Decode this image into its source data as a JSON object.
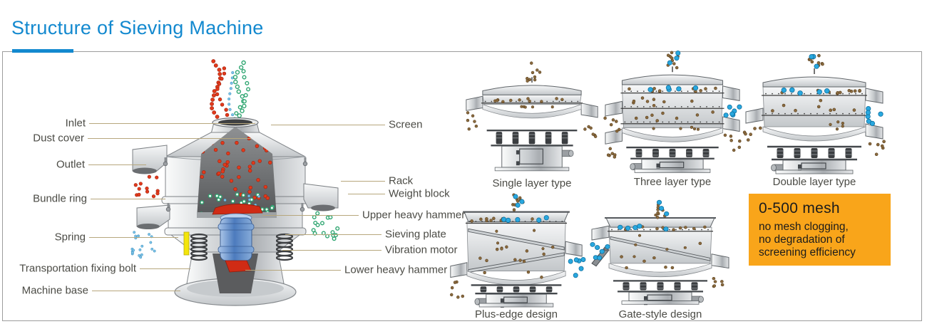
{
  "title": "Structure of Sieving Machine",
  "panel": {
    "border_color": "#9c9c9c",
    "accent_color": "#1389cf"
  },
  "main_diagram": {
    "labels_left": [
      "Inlet",
      "Dust cover",
      "Outlet",
      "Bundle ring",
      "Spring",
      "Transportation fixing bolt",
      "Machine base"
    ],
    "labels_right": [
      "Screen",
      "Rack",
      "Weight block",
      "Upper heavy hammer",
      "Sieving plate",
      "Vibration motor",
      "Lower heavy hammer"
    ]
  },
  "variants": [
    {
      "caption": "Single layer type"
    },
    {
      "caption": "Three layer type"
    },
    {
      "caption": "Double layer type"
    },
    {
      "caption": "Plus-edge design"
    },
    {
      "caption": "Gate-style design"
    }
  ],
  "info_box": {
    "headline": "0-500 mesh",
    "line1": "no mesh clogging,",
    "line2": "no degradation of",
    "line3": "screening efficiency",
    "bg_color": "#F9A51A"
  },
  "palette": {
    "title_blue": "#1389cf",
    "leader_line": "#b7a77d",
    "label_text": "#4b4b45",
    "particle_red": "#e2391b",
    "particle_green": "#2fa671",
    "particle_blue_small": "#7cc4ea",
    "particle_cyan": "#29a8df",
    "particle_brown": "#8a6a3f",
    "motor_blue": "#4c7bbd",
    "hammer_red": "#d02b15",
    "spring_bolt_yellow": "#f3e50b"
  }
}
